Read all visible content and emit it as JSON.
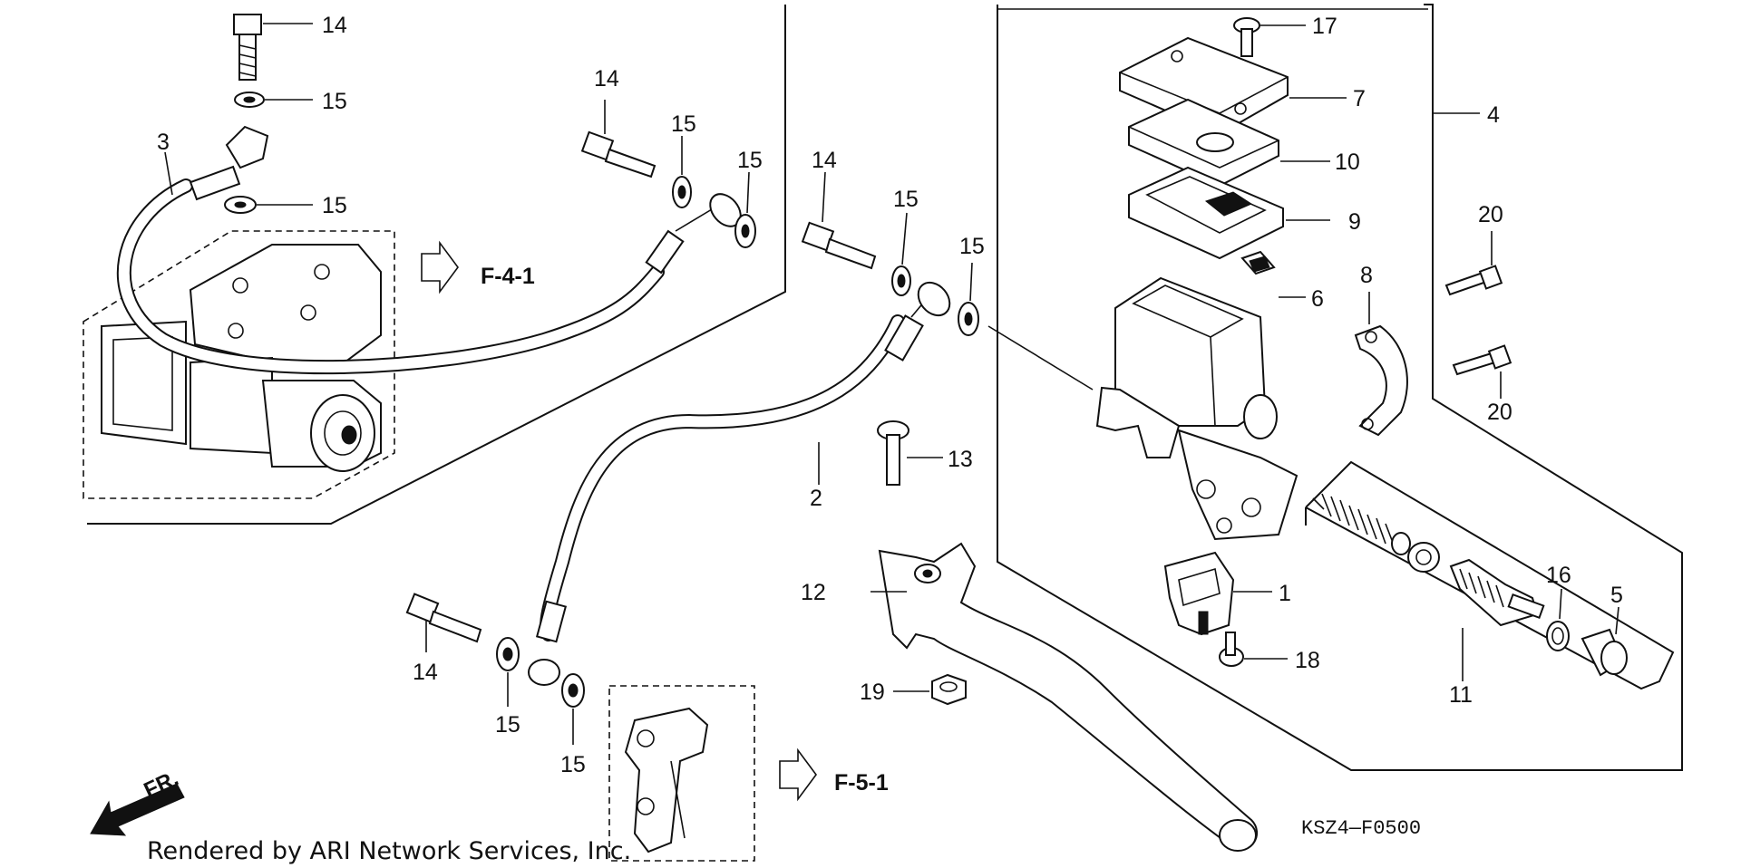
{
  "diagram": {
    "callouts": [
      {
        "id": "c14a",
        "text": "14"
      },
      {
        "id": "c15a",
        "text": "15"
      },
      {
        "id": "c3",
        "text": "3"
      },
      {
        "id": "c15b",
        "text": "15"
      },
      {
        "id": "c14b",
        "text": "14"
      },
      {
        "id": "c15c",
        "text": "15"
      },
      {
        "id": "c15d",
        "text": "15"
      },
      {
        "id": "c14c",
        "text": "14"
      },
      {
        "id": "c15e",
        "text": "15"
      },
      {
        "id": "c15f",
        "text": "15"
      },
      {
        "id": "c2",
        "text": "2"
      },
      {
        "id": "c13",
        "text": "13"
      },
      {
        "id": "c12",
        "text": "12"
      },
      {
        "id": "c14d",
        "text": "14"
      },
      {
        "id": "c15g",
        "text": "15"
      },
      {
        "id": "c15h",
        "text": "15"
      },
      {
        "id": "c19",
        "text": "19"
      },
      {
        "id": "c17",
        "text": "17"
      },
      {
        "id": "c7",
        "text": "7"
      },
      {
        "id": "c10",
        "text": "10"
      },
      {
        "id": "c9",
        "text": "9"
      },
      {
        "id": "c6",
        "text": "6"
      },
      {
        "id": "c4",
        "text": "4"
      },
      {
        "id": "c20a",
        "text": "20"
      },
      {
        "id": "c20b",
        "text": "20"
      },
      {
        "id": "c8",
        "text": "8"
      },
      {
        "id": "c1",
        "text": "1"
      },
      {
        "id": "c18",
        "text": "18"
      },
      {
        "id": "c16",
        "text": "16"
      },
      {
        "id": "c5",
        "text": "5"
      },
      {
        "id": "c11",
        "text": "11"
      }
    ],
    "references": {
      "f41": "F-4-1",
      "f51": "F-5-1"
    },
    "direction_label": "FR.",
    "diagram_code": "KSZ4—F0500",
    "credit": "Rendered by ARI Network Services, Inc."
  }
}
